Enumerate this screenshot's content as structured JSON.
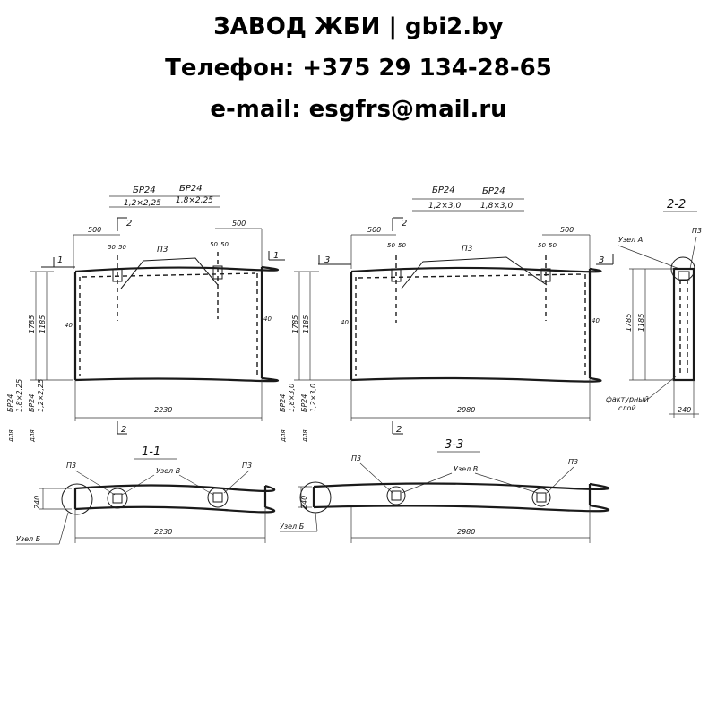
{
  "header": {
    "line1": "ЗАВОД ЖБИ | gbi2.by",
    "line2": "Телефон: +375 29 134-28-65",
    "line3": "e-mail: esgfrs@mail.ru"
  },
  "view_left": {
    "mark_top": "БР24",
    "mark_top_b": "БР24",
    "size_a": "1,2×2,25",
    "size_b": "1,8×2,25",
    "cut_mark": "1",
    "cut_mark_b": "1",
    "section_mark": "2",
    "section_mark_b": "2",
    "dim_left": "500",
    "dim_right": "500",
    "dim_50a": "50",
    "dim_50b": "50",
    "dim_50c": "50",
    "dim_50d": "50",
    "insert_label": "П3",
    "dim_40_left": "40",
    "dim_40_right": "40",
    "height_outer": "1785",
    "height_inner": "1185",
    "width": "2230",
    "side_b1": "БР24",
    "side_b2": "1,8×2,25",
    "side_a1": "БР24",
    "side_a2": "1,2×2,25",
    "for_a": "для",
    "for_b": "для"
  },
  "view_mid": {
    "mark_top": "БР24",
    "mark_top_b": "БР24",
    "size_a": "1,2×3,0",
    "size_b": "1,8×3,0",
    "cut_mark": "3",
    "cut_mark_b": "3",
    "section_mark": "2",
    "section_mark_b": "2",
    "dim_left": "500",
    "dim_right": "500",
    "dim_50a": "50",
    "dim_50b": "50",
    "dim_50c": "50",
    "dim_50d": "50",
    "insert_label": "П3",
    "dim_40_left": "40",
    "dim_40_right": "40",
    "height_outer": "1785",
    "height_inner": "1185",
    "width": "2980",
    "side_b1": "БР24",
    "side_b2": "1,8×3,0",
    "side_a1": "БР24",
    "side_a2": "1,2×3,0",
    "for_a": "для",
    "for_b": "для"
  },
  "section_22": {
    "title": "2-2",
    "node_a": "Узел А",
    "insert_label": "П3",
    "height_outer": "1785",
    "height_inner": "1185",
    "layer_1": "фактурный",
    "layer_2": "слой",
    "thickness": "240"
  },
  "section_11": {
    "title": "1-1",
    "insert_left": "П3",
    "node_v": "Узел В",
    "insert_right": "П3",
    "thickness": "240",
    "node_b": "Узел Б",
    "length": "2230"
  },
  "section_33": {
    "title": "3-3",
    "insert_left": "П3",
    "node_v": "Узел В",
    "insert_right": "П3",
    "thickness": "240",
    "node_b": "Узел Б",
    "length": "2980"
  }
}
